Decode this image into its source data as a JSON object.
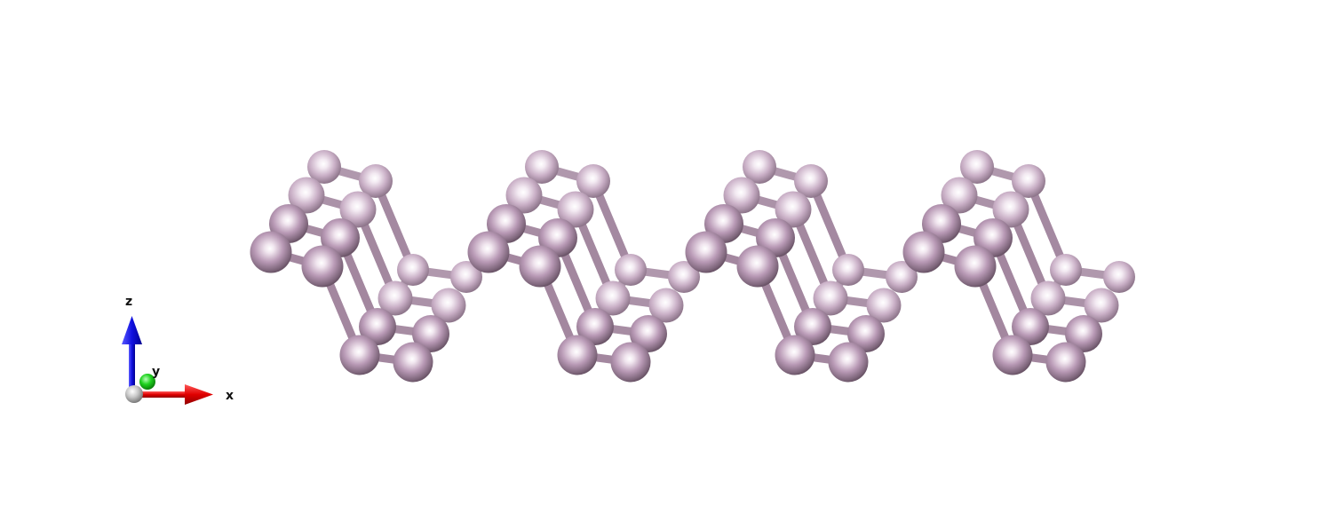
{
  "structure": {
    "element_color": "#b99ab6",
    "bond_color": "#a3879f",
    "background": "#ffffff"
  },
  "axes": {
    "x": {
      "label": "x",
      "color": "#e00000"
    },
    "y": {
      "label": "y",
      "color": "#1fd21f"
    },
    "z": {
      "label": "z",
      "color": "#1010e0"
    },
    "origin_color": "#c8c8c8"
  }
}
